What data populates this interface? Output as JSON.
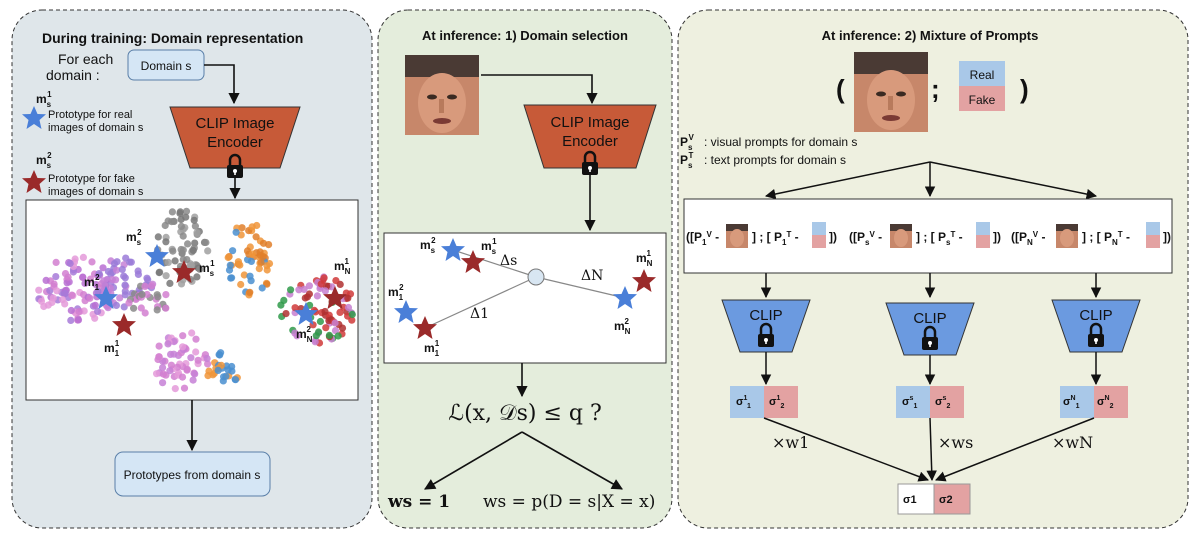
{
  "panel_training": {
    "title": "During training: Domain representation",
    "for_each_line1": "For each",
    "for_each_line2": "domain :",
    "domain_box": "Domain s",
    "real_proto_line1": "Prototype for real",
    "real_proto_line2": "images of domain s",
    "fake_proto_line1": "Prototype for fake",
    "fake_proto_line2": "images of domain s",
    "encoder_line1": "CLIP Image",
    "encoder_line2": "Encoder",
    "prototypes_box": "Prototypes from domain s",
    "m_s": "m",
    "labels": [
      "m2s",
      "m1s",
      "m21",
      "m11",
      "m1N",
      "m2N"
    ]
  },
  "panel_selection": {
    "title": "At inference: 1) Domain selection",
    "encoder_line1": "CLIP Image",
    "encoder_line2": "Encoder",
    "delta_s": "Δs",
    "delta_1": "Δ1",
    "delta_N": "ΔN",
    "loss": "ℒ(x, 𝒟s) ≤ q ?",
    "w_left": "ws = 1",
    "w_right": "ws = p(D = s|X = x)"
  },
  "panel_mixture": {
    "title": "At inference: 2) Mixture of Prompts",
    "open_paren": "(",
    "semicolon": ";",
    "close_paren": ")",
    "real": "Real",
    "fake": "Fake",
    "pv_text": ": visual prompts for domain s",
    "pt_text": ": text prompts for domain s",
    "prompt_1": "([P1V - ▢ ] ; [ P1T - ▢ ])",
    "prompt_s": "([PsV - ▢ ] ; [ PsT - ▢ ])",
    "prompt_N": "([PNV - ▢ ] ; [ PNT - ▢ ])",
    "clip": "CLIP",
    "w1": "×w1",
    "ws": "×ws",
    "wN": "×wN",
    "sigma_1": "σ1",
    "sigma_2": "σ2"
  },
  "colors": {
    "panel1_bg": "#dfe6ea",
    "panel2_bg": "#e4eddc",
    "panel3_bg": "#eef0e0",
    "encoder_red": "#c75a38",
    "clip_blue": "#6b9ae0",
    "real_blue": "#a9c8e8",
    "fake_red": "#e3a2a2",
    "star_blue": "#4a7fd8",
    "star_red": "#9a2a2a"
  }
}
